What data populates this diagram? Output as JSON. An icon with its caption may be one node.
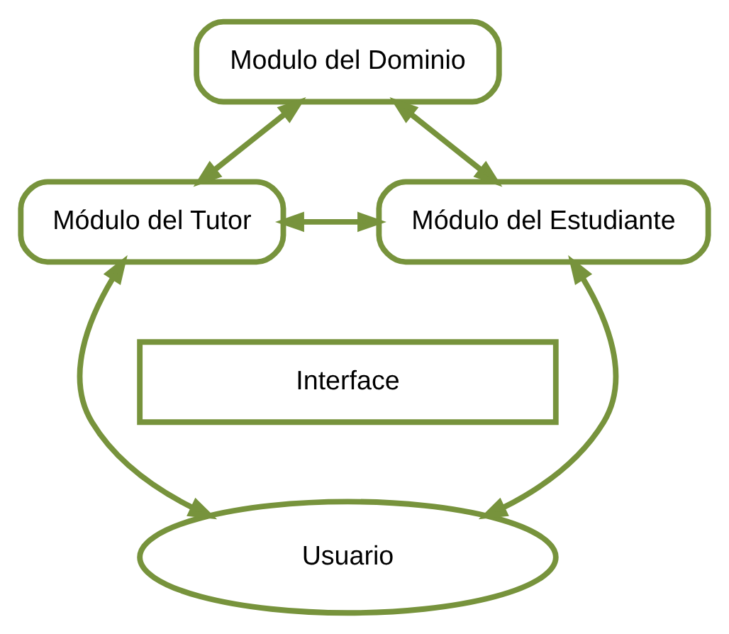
{
  "diagram": {
    "nodes": [
      {
        "text": [
          "Modulo del Dominio"
        ]
      },
      {
        "text": [
          "Módulo del Tutor"
        ]
      },
      {
        "text": [
          "Módulo del Estudiante"
        ]
      },
      {
        "text": [
          "Interface"
        ]
      },
      {
        "text": [
          "Usuario"
        ]
      }
    ],
    "edges": [
      {
        "from": 0,
        "to": 1,
        "arrow": "both"
      },
      {
        "from": 0,
        "to": 2,
        "arrow": "both"
      },
      {
        "from": 1,
        "to": 2,
        "arrow": "both"
      },
      {
        "from": 1,
        "to": 4,
        "arrow": "both"
      },
      {
        "from": 2,
        "to": 4,
        "arrow": "both"
      }
    ]
  }
}
